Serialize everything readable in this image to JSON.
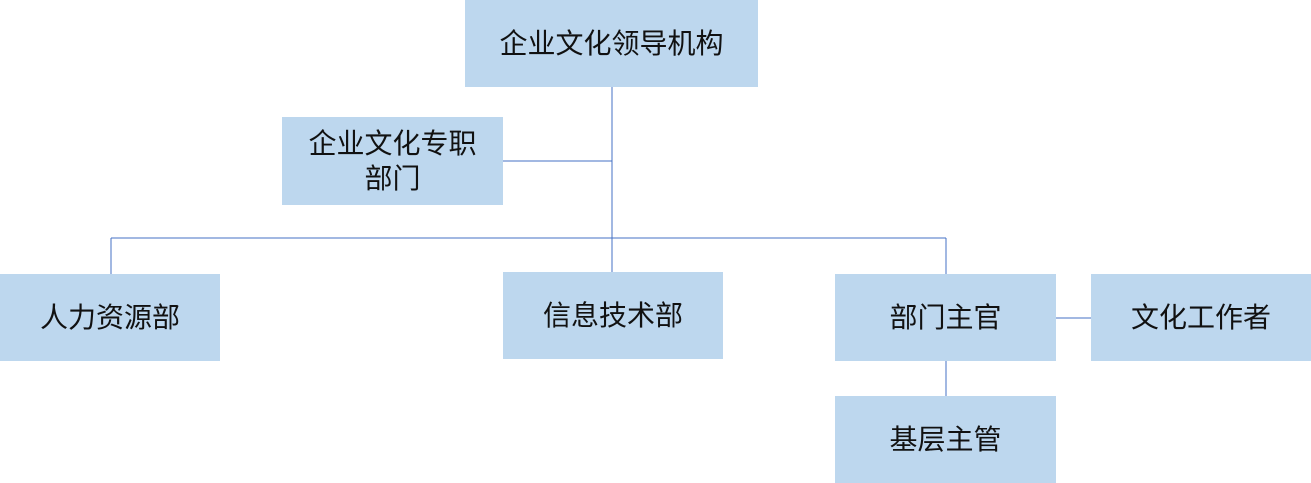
{
  "colors": {
    "node_fill": "#bdd7ee",
    "connector": "#4472c4",
    "text": "#111111"
  },
  "nodes": {
    "top": "企业文化领导机构",
    "culture_dept": "企业文化专职\n部门",
    "hr": "人力资源部",
    "it": "信息技术部",
    "dept_manager": "部门主官",
    "culture_worker": "文化工作者",
    "base_manager": "基层主管"
  }
}
